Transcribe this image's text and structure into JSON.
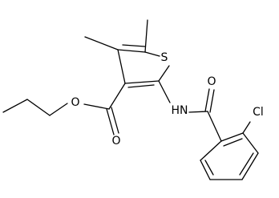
{
  "atoms": {
    "s_label": "S",
    "carbonyl_o1_label": "O",
    "ester_o_label": "O",
    "nh_label": "HN",
    "carbonyl_o2_label": "O",
    "cl_label": "Cl"
  },
  "colors": {
    "bond": "#000000",
    "atom_text": "#000000",
    "background": "#ffffff"
  }
}
